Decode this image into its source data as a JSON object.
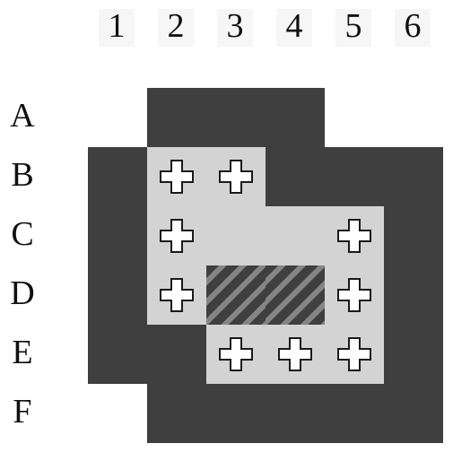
{
  "columns": [
    "1",
    "2",
    "3",
    "4",
    "5",
    "6"
  ],
  "rows": [
    "A",
    "B",
    "C",
    "D",
    "E",
    "F"
  ],
  "colors": {
    "dark": "#3f3f3f",
    "light": "#d3d3d3",
    "hatch_dark": "#3f3f3f",
    "hatch_light": "#858585",
    "marker_fill": "#ffffff",
    "marker_stroke": "#1a1a1a"
  },
  "board": {
    "grid": [
      [
        "empty",
        "dark",
        "dark",
        "dark",
        "empty",
        "empty"
      ],
      [
        "dark",
        "light",
        "light",
        "dark",
        "dark",
        "dark"
      ],
      [
        "dark",
        "light",
        "light",
        "light",
        "light",
        "dark"
      ],
      [
        "dark",
        "light",
        "hatched",
        "hatched",
        "light",
        "dark"
      ],
      [
        "dark",
        "dark",
        "light",
        "light",
        "light",
        "dark"
      ],
      [
        "empty",
        "dark",
        "dark",
        "dark",
        "dark",
        "dark"
      ]
    ],
    "markers": [
      {
        "row": "B",
        "col": "2",
        "icon": "plus-icon"
      },
      {
        "row": "B",
        "col": "3",
        "icon": "plus-icon"
      },
      {
        "row": "C",
        "col": "2",
        "icon": "plus-icon"
      },
      {
        "row": "C",
        "col": "5",
        "icon": "plus-icon"
      },
      {
        "row": "D",
        "col": "2",
        "icon": "plus-icon"
      },
      {
        "row": "D",
        "col": "5",
        "icon": "plus-icon"
      },
      {
        "row": "E",
        "col": "3",
        "icon": "plus-icon"
      },
      {
        "row": "E",
        "col": "4",
        "icon": "plus-icon"
      },
      {
        "row": "E",
        "col": "5",
        "icon": "plus-icon"
      }
    ]
  }
}
